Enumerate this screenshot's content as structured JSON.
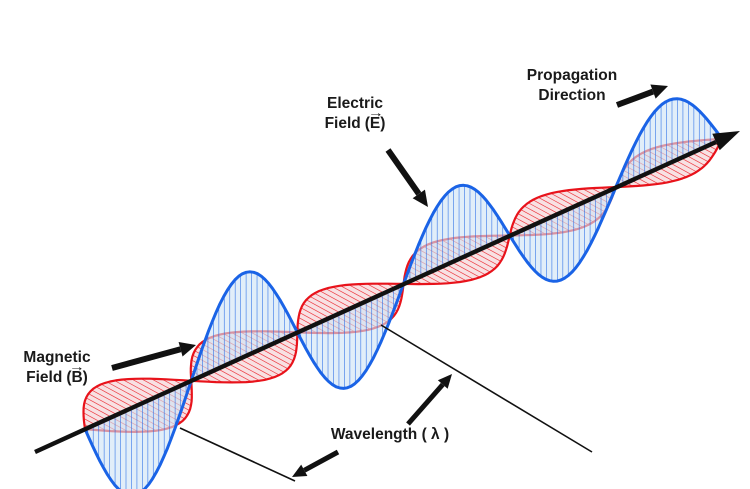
{
  "labels": {
    "electric": {
      "line1": "Electric",
      "line2_word": "Field",
      "symbol": "(E)",
      "vector_arrow": "→"
    },
    "magnetic": {
      "line1": "Magnetic",
      "line2_word": "Field",
      "symbol": "(B)",
      "vector_arrow": "→"
    },
    "propagation": {
      "line1": "Propagation",
      "line2": "Direction"
    },
    "wavelength": {
      "text": "Wavelength ( λ )"
    }
  },
  "colors": {
    "axis": "#111111",
    "electric_stroke": "#1a63e6",
    "electric_fill": "#cfe3f6",
    "magnetic_stroke": "#e8131b",
    "magnetic_fill": "#f4cdd0",
    "text": "#1a1a1a"
  }
}
